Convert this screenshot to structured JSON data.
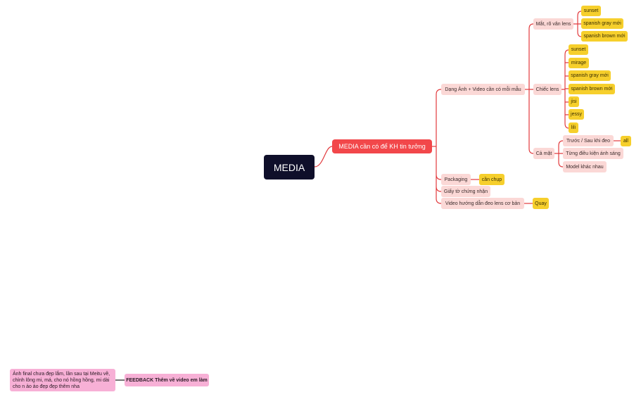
{
  "mindmap": {
    "root": "MEDIA",
    "main": "MEDIA cần có để KH tin tưởng",
    "branch_anh_video": "Dạng Ảnh + Video cần có mỗi mẫu",
    "mat_ro_van_lens": "Mắt, rõ vân lens",
    "mat_items": [
      "sunset",
      "spanish gray mới",
      "spanish brown mới"
    ],
    "chiec_lens": "Chiếc lens",
    "lens_items": [
      "sunset",
      "mirage",
      "spanish gray mới",
      "spanish brown mới",
      "jisi",
      "jessy",
      "lili"
    ],
    "ca_mat": "Cả mặt",
    "ca_mat_items": [
      "Trước / Sau khi đeo",
      "Từng điều kiện ánh sáng",
      "Model khác nhau"
    ],
    "truoc_sau_tag": "all",
    "packaging": "Packaging",
    "packaging_tag": "cần chụp",
    "giay_to": "Giấy tờ chứng nhận",
    "video_huong_dan": "Video hướng dẫn đeo lens cơ bản",
    "video_tag": "Quay"
  },
  "feedback": {
    "title": "FEEDBACK Thêm về video em làm",
    "note": "Ảnh final chưa đẹp lắm, lần sau tại Meitu về, chỉnh lông mi, má, cho nó hồng hồng, mi dài cho n ảo ảo đẹp đẹp thêm nha"
  },
  "colors": {
    "root_bg": "#0f0f2a",
    "main_bg": "#f2474a",
    "branch_bg": "#fbd8d6",
    "tag_bg": "#f6cf2c",
    "feedback_bg": "#f7b0d6",
    "link_red": "#e23a3d",
    "link_dark": "#1a1a1a"
  }
}
